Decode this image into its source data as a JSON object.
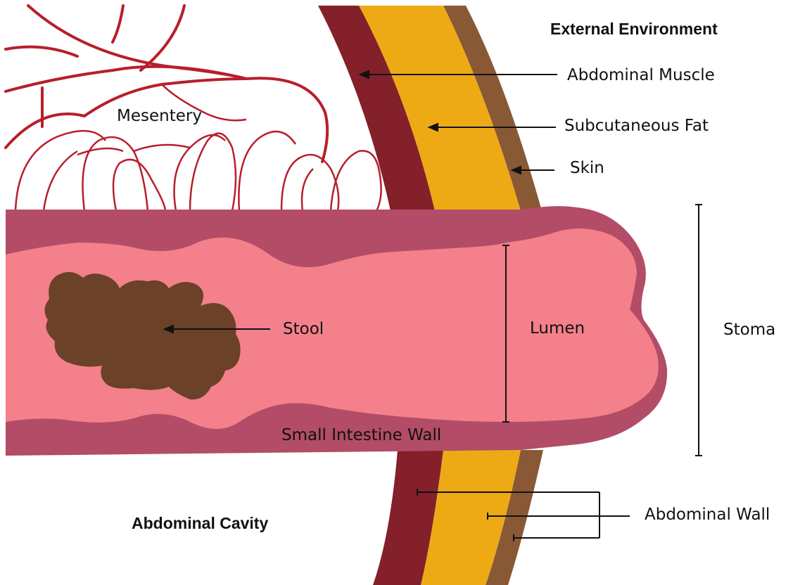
{
  "labels": {
    "external_environment": "External Environment",
    "abdominal_muscle": "Abdominal Muscle",
    "subcutaneous_fat": "Subcutaneous Fat",
    "skin": "Skin",
    "mesentery": "Mesentery",
    "stool": "Stool",
    "lumen": "Lumen",
    "stoma": "Stoma",
    "small_intestine_wall": "Small Intestine Wall",
    "abdominal_cavity": "Abdominal Cavity",
    "abdominal_wall": "Abdominal Wall"
  },
  "colors": {
    "muscle": "#832029",
    "fat": "#eeaa15",
    "skin": "#895936",
    "intestine_wall": "#b34c66",
    "lumen": "#f3808b",
    "stool": "#6b4128",
    "mesentery_vessel": "#b81e2b",
    "line": "#111111"
  }
}
